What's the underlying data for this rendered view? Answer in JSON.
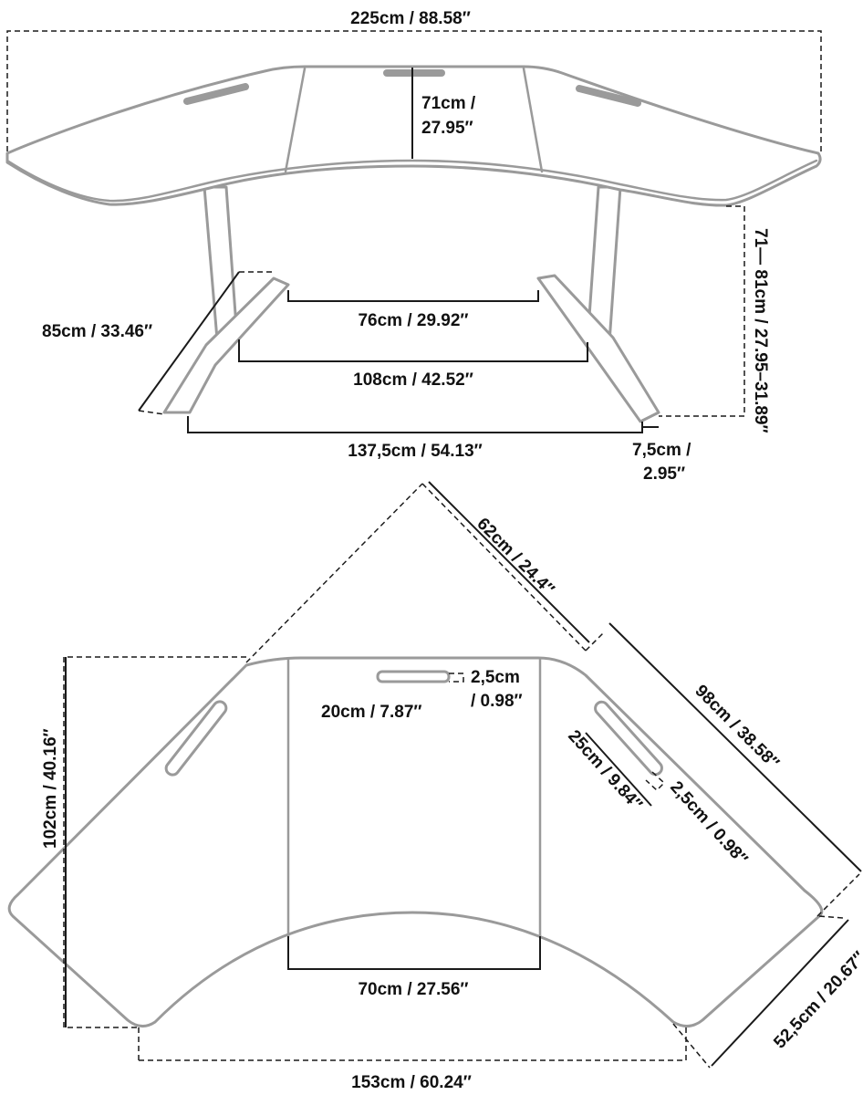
{
  "front_view": {
    "total_width": "225cm / 88.58″",
    "desk_depth_line1": "71cm /",
    "desk_depth_line2": "27.95″",
    "height_range": "71— 81cm  /  27.95–31.89″",
    "foot_length": "85cm / 33.46″",
    "inner_feet": "76cm / 29.92″",
    "leg_spacing": "108cm / 42.52″",
    "outer_feet": "137,5cm / 54.13″",
    "leg_width_line1": "7,5cm /",
    "leg_width_line2": "2.95″"
  },
  "top_view": {
    "corner_side": "62cm / 24.4″",
    "wing_length": "98cm / 38.58″",
    "depth": "102cm / 40.16″",
    "slot_height_line1": "2,5cm",
    "slot_height_line2": "/ 0.98″",
    "slot_length": "20cm / 7.87″",
    "side_slot_length": "25cm / 9.84″",
    "side_slot_width": "2,5cm / 0.98″",
    "center_width": "70cm / 27.56″",
    "wing_end": "52,5cm / 20.67″",
    "bottom_width": "153cm / 60.24″"
  }
}
